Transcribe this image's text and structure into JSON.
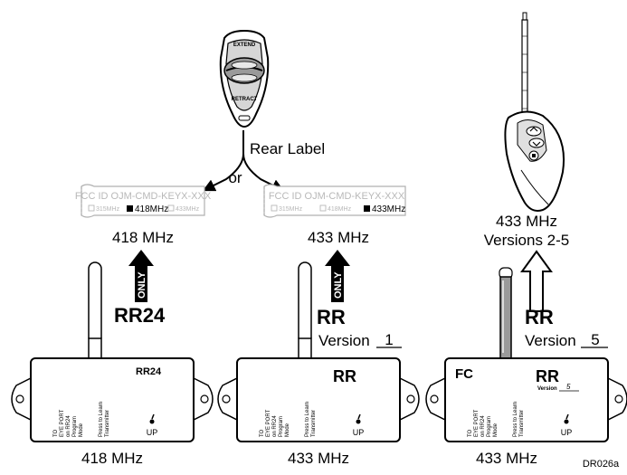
{
  "remote_top": {
    "extend": "EXTEND",
    "retract": "RETRACT"
  },
  "rear_label": "Rear Label",
  "or_label": "or",
  "labels": [
    {
      "fcc": "FCC ID OJM-CMD-KEYX-XXX",
      "f1": "315MHz",
      "f2": "418MHz",
      "f3": "433MHz",
      "selected": "418MHz",
      "caption": "418 MHz"
    },
    {
      "fcc": "FCC ID OJM-CMD-KEYX-XXX",
      "f1": "315MHz",
      "f2": "418MHz",
      "f3": "433MHz",
      "selected": "433MHz",
      "caption": "433 MHz"
    }
  ],
  "right_remote": {
    "caption1": "433 MHz",
    "caption2": "Versions 2-5"
  },
  "only_label": "ONLY",
  "receivers": [
    {
      "model": "RR24",
      "version_text": "",
      "version_num": "",
      "box_model": "RR24",
      "box_version": "",
      "box_version_num": "",
      "fcc_logo": "",
      "freq": "418 MHz"
    },
    {
      "model": "RR",
      "version_text": "Version",
      "version_num": "1",
      "box_model": "RR",
      "box_version": "",
      "box_version_num": "",
      "fcc_logo": "",
      "freq": "433 MHz"
    },
    {
      "model": "RR",
      "version_text": "Version",
      "version_num": "5",
      "box_model": "RR",
      "box_version": "Version",
      "box_version_num": "5",
      "fcc_logo": "FC",
      "freq": "433 MHz"
    }
  ],
  "box_text": {
    "to": "TO",
    "eye_port": "EYE PORT",
    "on_rr24": "on RR24",
    "program": "Program",
    "mode": "Mode",
    "press_to_learn": "Press to Learn",
    "transmitter": "Transmitter",
    "up": "UP"
  },
  "figure_id": "DR026a"
}
